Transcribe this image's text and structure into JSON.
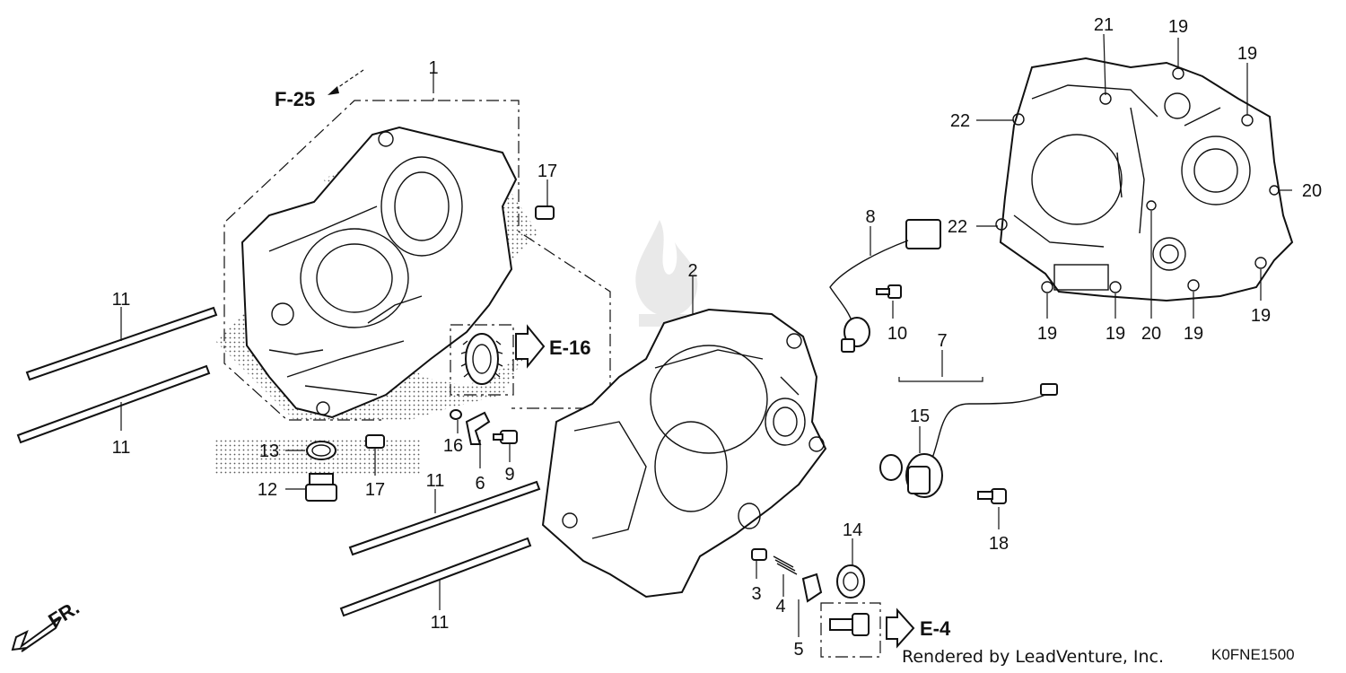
{
  "labels": {
    "p1": "1",
    "p2": "2",
    "p3": "3",
    "p4": "4",
    "p5": "5",
    "p6": "6",
    "p7": "7",
    "p8": "8",
    "p9": "9",
    "p10": "10",
    "p11a": "11",
    "p11b": "11",
    "p11c": "11",
    "p11d": "11",
    "p12": "12",
    "p13": "13",
    "p14": "14",
    "p15": "15",
    "p16": "16",
    "p17a": "17",
    "p17b": "17",
    "p18": "18",
    "p19a": "19",
    "p19b": "19",
    "p19c": "19",
    "p19d": "19",
    "p19e": "19",
    "p19f": "19",
    "p20a": "20",
    "p20b": "20",
    "p21": "21",
    "p22a": "22",
    "p22b": "22"
  },
  "refs": {
    "f25": "F-25",
    "e16": "E-16",
    "e4": "E-4",
    "fr": "FR."
  },
  "footer": {
    "credit": "Rendered by LeadVenture, Inc.",
    "code": "K0FNE1500"
  }
}
